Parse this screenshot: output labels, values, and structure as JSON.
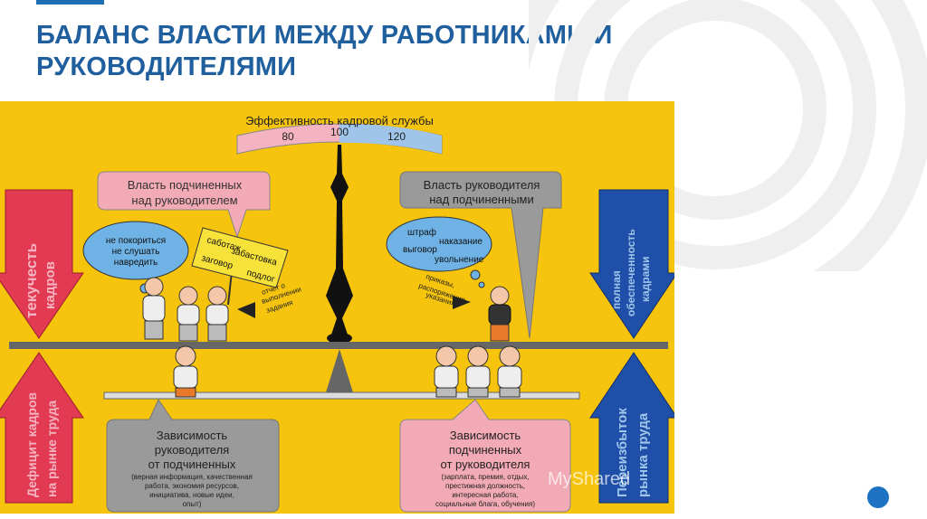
{
  "slide": {
    "title": "БАЛАНС ВЛАСТИ МЕЖДУ РАБОТНИКАМИ И РУКОВОДИТЕЛЯМИ"
  },
  "diagram": {
    "gauge_title": "Эффективность кадровой службы",
    "gauge_ticks": [
      "80",
      "100",
      "120"
    ],
    "left_top_box": [
      "Власть подчиненных",
      "над руководителем"
    ],
    "right_top_box": [
      "Власть руководителя",
      "над подчиненными"
    ],
    "left_thought": [
      "не покориться",
      "не слушать",
      "навредить"
    ],
    "right_thought": [
      "штраф",
      "наказание",
      "выговор",
      "увольнение"
    ],
    "left_sign": [
      "саботаж",
      "забастовка",
      "заговор",
      "подлог"
    ],
    "left_shout": [
      "отчет о",
      "выполнении",
      "задания"
    ],
    "right_shout": [
      "приказы,",
      "распоряжения,",
      "указания"
    ],
    "left_bottom_box": {
      "title": [
        "Зависимость",
        "руководителя",
        "от подчиненных"
      ],
      "details": [
        "(верная информация, качественная",
        "работа, экономия ресурсов,",
        "инициатива, новые идеи,",
        "опыт)"
      ]
    },
    "right_bottom_box": {
      "title": [
        "Зависимость",
        "подчиненных",
        "от руководителя"
      ],
      "details": [
        "(зарплата, премия, отдых,",
        "престижная должность,",
        "интересная работа,",
        "социальные блага, обучения)"
      ]
    },
    "left_up_arrow": [
      "текучесть",
      "кадров"
    ],
    "left_down_arrow": [
      "Дефицит кадров",
      "на рынке труда"
    ],
    "right_up_arrow": [
      "полная",
      "обеспеченность",
      "кадрами"
    ],
    "right_down_arrow": [
      "Переизбыток",
      "рынка труда"
    ],
    "watermark": "MyShared"
  },
  "colors": {
    "title": "#1f5f9e",
    "background": "#f6c40d",
    "pink": "#f2aab6",
    "gray": "#9a9a9a",
    "red_arrow": "#e23a52",
    "blue_arrow": "#1f4fa8",
    "dot": "#1d72c4"
  },
  "icons": {
    "thought_bubble": "cloud-icon",
    "worker": "person-icon",
    "megaphone": "megaphone-icon"
  }
}
